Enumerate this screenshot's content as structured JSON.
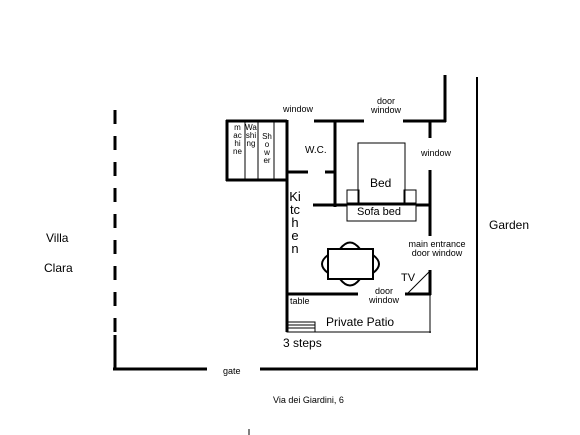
{
  "labels": {
    "window_top": "window",
    "door_window_top": "door\nwindow",
    "window_right": "window",
    "machine": "machine",
    "washing": "Washing",
    "shower": "Shower",
    "wc": "W.C.",
    "bed": "Bed",
    "sofa_bed": "Sofa bed",
    "kitchen": "Kitchen",
    "villa": "Villa",
    "clara": "Clara",
    "garden": "Garden",
    "main_entrance": "main entrance\ndoor window",
    "tv": "TV",
    "door_window_bottom": "door\nwindow",
    "table": "table",
    "private_patio": "Private Patio",
    "three_steps": "3 steps",
    "gate": "gate",
    "address": "Via dei Giardini, 6"
  }
}
